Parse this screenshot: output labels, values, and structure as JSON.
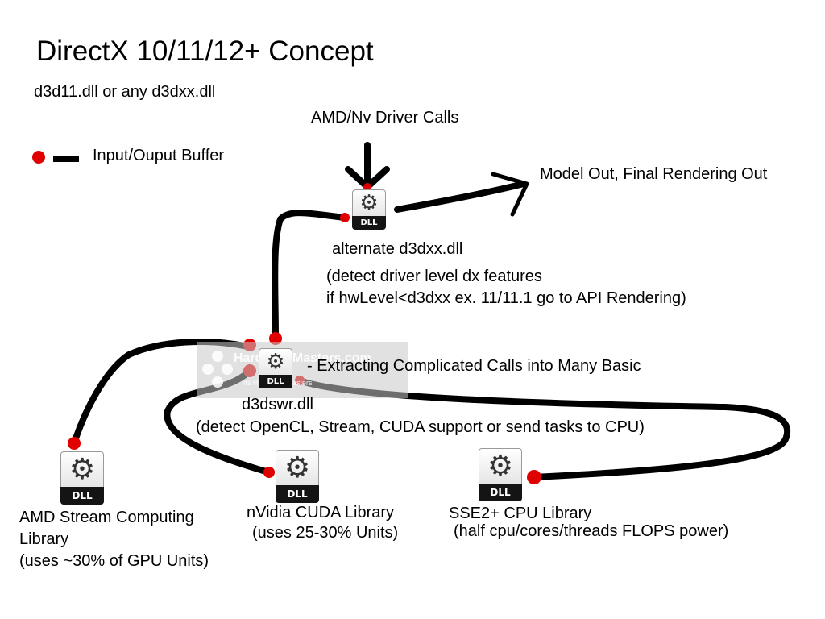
{
  "title": "DirectX 10/11/12+ Concept",
  "subtitle": "d3d11.dll or any d3dxx.dll",
  "legend": {
    "label": "Input/Ouput Buffer"
  },
  "driver_calls": "AMD/Nv Driver Calls",
  "model_out": "Model Out, Final Rendering Out",
  "dll_badge": "DLL",
  "alternate": {
    "name": "alternate d3dxx.dll",
    "note_line1": "(detect driver level dx features",
    "note_line2": "if hwLevel<d3dxx ex. 11/11.1 go to API Rendering)"
  },
  "d3dswr": {
    "extract_note": "- Extracting Complicated Calls into Many Basic",
    "name": "d3dswr.dll",
    "note": "(detect OpenCL, Stream, CUDA support or send tasks to CPU)"
  },
  "amd": {
    "line1": "AMD Stream Computing",
    "line2": "Library",
    "line3": "(uses ~30% of GPU Units)"
  },
  "nvidia": {
    "line1": "nVidia CUDA Library",
    "line2": "(uses 25-30% Units)"
  },
  "cpu": {
    "line1": "SSE2+ CPU Library",
    "line2": "(half cpu/cores/threads FLOPS power)"
  },
  "watermark": {
    "text": "HardwareMasters.com",
    "sub": "Its Hardware Masters"
  },
  "colors": {
    "wire": "#000000",
    "port": "#e00000",
    "badge": "#141414"
  },
  "icons": {
    "dll": "dll-file-icon",
    "gear": "gear-icon",
    "arrow": "arrow-icon"
  }
}
